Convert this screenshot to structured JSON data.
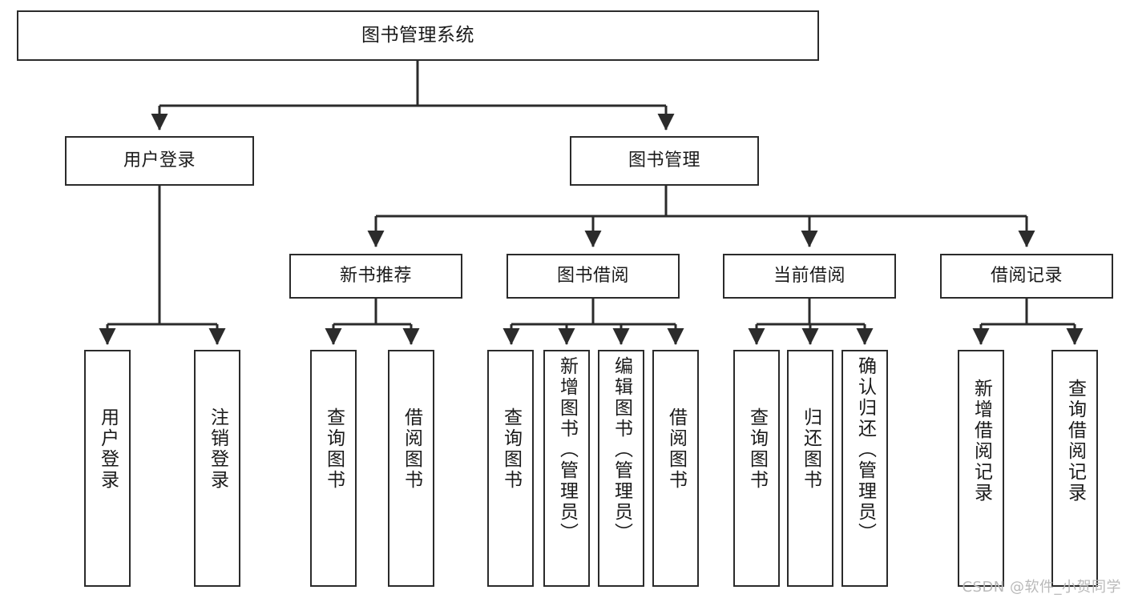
{
  "diagram": {
    "title": "图书管理系统",
    "type": "tree",
    "orientation": "top-down",
    "line_color": "#2b2b2b",
    "box_border_color": "#2b2b2b",
    "box_fill_color": "#ffffff",
    "text_color": "#1a1a1a",
    "background_color": "#ffffff"
  },
  "nodes": {
    "root": {
      "label": "图书管理系统",
      "level": 1,
      "orientation": "horizontal"
    },
    "level2": [
      {
        "id": "user-login",
        "label": "用户登录",
        "orientation": "horizontal"
      },
      {
        "id": "book-manage",
        "label": "图书管理",
        "orientation": "horizontal"
      }
    ],
    "level3": [
      {
        "id": "new-book-recommend",
        "label": "新书推荐",
        "orientation": "horizontal",
        "parent": "book-manage"
      },
      {
        "id": "book-borrow",
        "label": "图书借阅",
        "orientation": "horizontal",
        "parent": "book-manage"
      },
      {
        "id": "current-borrow",
        "label": "当前借阅",
        "orientation": "horizontal",
        "parent": "book-manage"
      },
      {
        "id": "borrow-record",
        "label": "借阅记录",
        "orientation": "horizontal",
        "parent": "book-manage"
      }
    ],
    "leaves": [
      {
        "id": "leaf-user-login",
        "label": "用户登录",
        "parent": "user-login",
        "orientation": "vertical"
      },
      {
        "id": "leaf-user-logout",
        "label": "注销登录",
        "parent": "user-login",
        "orientation": "vertical"
      },
      {
        "id": "leaf-query-book-1",
        "label": "查询图书",
        "parent": "new-book-recommend",
        "orientation": "vertical"
      },
      {
        "id": "leaf-borrow-book-1",
        "label": "借阅图书",
        "parent": "new-book-recommend",
        "orientation": "vertical"
      },
      {
        "id": "leaf-query-book-2",
        "label": "查询图书",
        "parent": "book-borrow",
        "orientation": "vertical"
      },
      {
        "id": "leaf-add-book",
        "label": "新增图书（管理员）",
        "parent": "book-borrow",
        "orientation": "vertical"
      },
      {
        "id": "leaf-edit-book",
        "label": "编辑图书（管理员）",
        "parent": "book-borrow",
        "orientation": "vertical"
      },
      {
        "id": "leaf-borrow-book-2",
        "label": "借阅图书",
        "parent": "book-borrow",
        "orientation": "vertical"
      },
      {
        "id": "leaf-query-book-3",
        "label": "查询图书",
        "parent": "current-borrow",
        "orientation": "vertical"
      },
      {
        "id": "leaf-return-book",
        "label": "归还图书",
        "parent": "current-borrow",
        "orientation": "vertical"
      },
      {
        "id": "leaf-confirm-return",
        "label": "确认归还（管理员）",
        "parent": "current-borrow",
        "orientation": "vertical"
      },
      {
        "id": "leaf-add-record",
        "label": "新增借阅记录",
        "parent": "borrow-record",
        "orientation": "vertical"
      },
      {
        "id": "leaf-query-record",
        "label": "查询借阅记录",
        "parent": "borrow-record",
        "orientation": "vertical"
      }
    ]
  },
  "watermark": {
    "text": "CSDN @软件_小贺同学"
  }
}
